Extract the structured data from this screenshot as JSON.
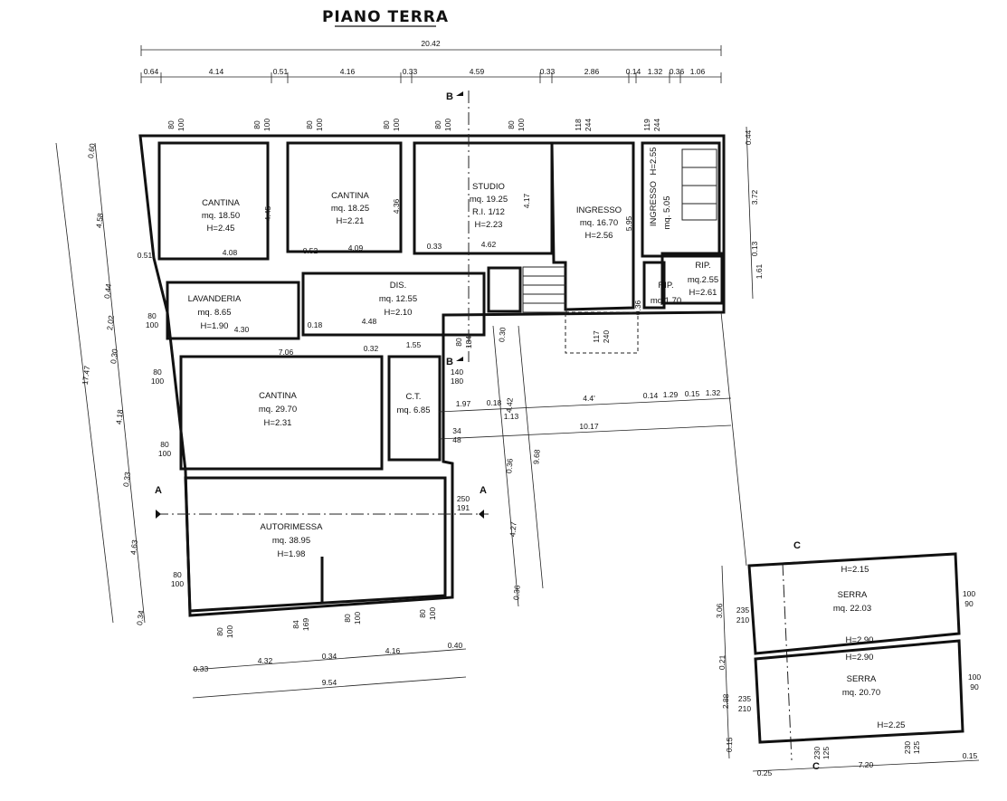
{
  "title": "PIANO TERRA",
  "rooms": [
    {
      "name": "CANTINA",
      "area": "mq. 18.50",
      "height": "H=2.45"
    },
    {
      "name": "CANTINA",
      "area": "mq. 18.25",
      "height": "H=2.21"
    },
    {
      "name": "STUDIO",
      "area": "mq. 19.25",
      "extra": "R.I. 1/12",
      "height": "H=2.23"
    },
    {
      "name": "INGRESSO",
      "area": "mq. 16.70",
      "height": "H=2.56"
    },
    {
      "name": "INGRESSO",
      "area": "mq. 5.05",
      "height": "H=2.55"
    },
    {
      "name": "RIP.",
      "area": "mq.2.55",
      "height": "H=2.61"
    },
    {
      "name": "RIP.",
      "area": "mq.1.70"
    },
    {
      "name": "LAVANDERIA",
      "area": "mq. 8.65",
      "height": "H=1.90"
    },
    {
      "name": "DIS.",
      "area": "mq. 12.55",
      "height": "H=2.10"
    },
    {
      "name": "CANTINA",
      "area": "mq. 29.70",
      "height": "H=2.31"
    },
    {
      "name": "C.T.",
      "area": "mq. 6.85"
    },
    {
      "name": "AUTORIMESSA",
      "area": "mq. 38.95",
      "height": "H=1.98"
    },
    {
      "name": "SERRA",
      "area": "mq. 22.03",
      "height_top": "H=2.15",
      "height_bottom": "H=2.90"
    },
    {
      "name": "SERRA",
      "area": "mq. 20.70",
      "height_top": "H=2.90",
      "height_bottom": "H=2.25"
    }
  ],
  "section_markers": [
    "A",
    "A",
    "B",
    "B",
    "C",
    "C"
  ],
  "dimensions": {
    "top_total": "20.42",
    "top_chain": [
      "0.64",
      "4.14",
      "0.51",
      "4.16",
      "0.33",
      "4.59",
      "0.33",
      "2.86",
      "0.14",
      "1.32",
      "0.36",
      "1.06"
    ],
    "left_total": "17.47",
    "left_chain": [
      "0.60",
      "4.58",
      "0.44",
      "2.02",
      "0.30",
      "4.18",
      "0.33",
      "4.63",
      "0.34"
    ],
    "bottom_chain": [
      "0.33",
      "4.32",
      "0.34",
      "4.16",
      "0.40"
    ],
    "bottom_total": "9.54",
    "interior": [
      "4.45",
      "4.36",
      "4.17",
      "5.95",
      "4.08",
      "0.52",
      "4.09",
      "0.33",
      "4.62",
      "0.51",
      "4.30",
      "0.18",
      "4.48",
      "7.06",
      "0.32",
      "1.55",
      "1.97",
      "0.18",
      "1.13",
      "4.4'",
      "0.14",
      "1.29",
      "0.15",
      "1.32",
      "10.17",
      "4.42",
      "9.68",
      "4.27",
      "0.36",
      "0.30",
      "0.36",
      "3.72",
      "0.13",
      "1.61",
      "0.44",
      "0.36"
    ],
    "openings": [
      "80",
      "100",
      "80",
      "100",
      "80",
      "100",
      "80",
      "100",
      "80",
      "100",
      "80",
      "100",
      "118",
      "244",
      "119",
      "244",
      "80",
      "100",
      "80",
      "100",
      "80",
      "100",
      "80",
      "100",
      "80",
      "100",
      "140",
      "180",
      "34",
      "48",
      "250",
      "191",
      "84",
      "169",
      "80",
      "100",
      "80",
      "100",
      "80",
      "184",
      "117",
      "240"
    ],
    "serra": [
      "3.06",
      "0.21",
      "2.88",
      "0.15",
      "235",
      "210",
      "235",
      "210",
      "100",
      "90",
      "100",
      "90",
      "0.25",
      "7.20",
      "0.15",
      "230",
      "125",
      "230",
      "125"
    ]
  }
}
